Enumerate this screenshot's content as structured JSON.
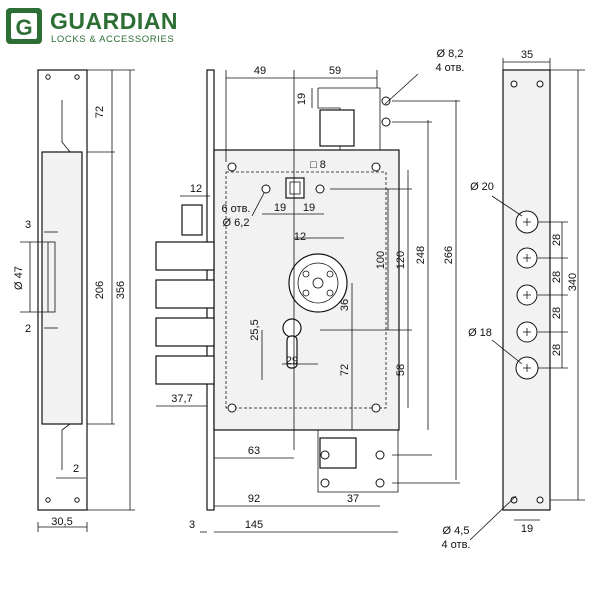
{
  "brand": {
    "name": "GUARDIAN",
    "tagline": "LOCKS & ACCESSORIES",
    "logo_letter": "G",
    "color": "#2c6e33"
  },
  "left_plate": {
    "dims": [
      "72",
      "206",
      "356",
      "3",
      "Ø 47",
      "2",
      "2",
      "30,5"
    ]
  },
  "lock_body": {
    "top_dims": [
      "49",
      "59",
      "19"
    ],
    "holes_label": "Ø 8,2",
    "holes_count": "4 отв.",
    "bolt_dims": [
      "12",
      "6 отв.",
      "Ø 6,2",
      "19",
      "19",
      "□ 8"
    ],
    "cylinder_dims": [
      "12",
      "25,5",
      "29",
      "36",
      "72",
      "100",
      "120",
      "248",
      "266",
      "58"
    ],
    "bottom_dims": [
      "37,7",
      "63",
      "92",
      "37",
      "3",
      "145"
    ]
  },
  "strike_plate": {
    "dims": [
      "35",
      "Ø 20",
      "Ø 18",
      "28",
      "28",
      "28",
      "28",
      "340",
      "19"
    ],
    "holes_label": "Ø 4,5",
    "holes_count": "4 отв."
  }
}
